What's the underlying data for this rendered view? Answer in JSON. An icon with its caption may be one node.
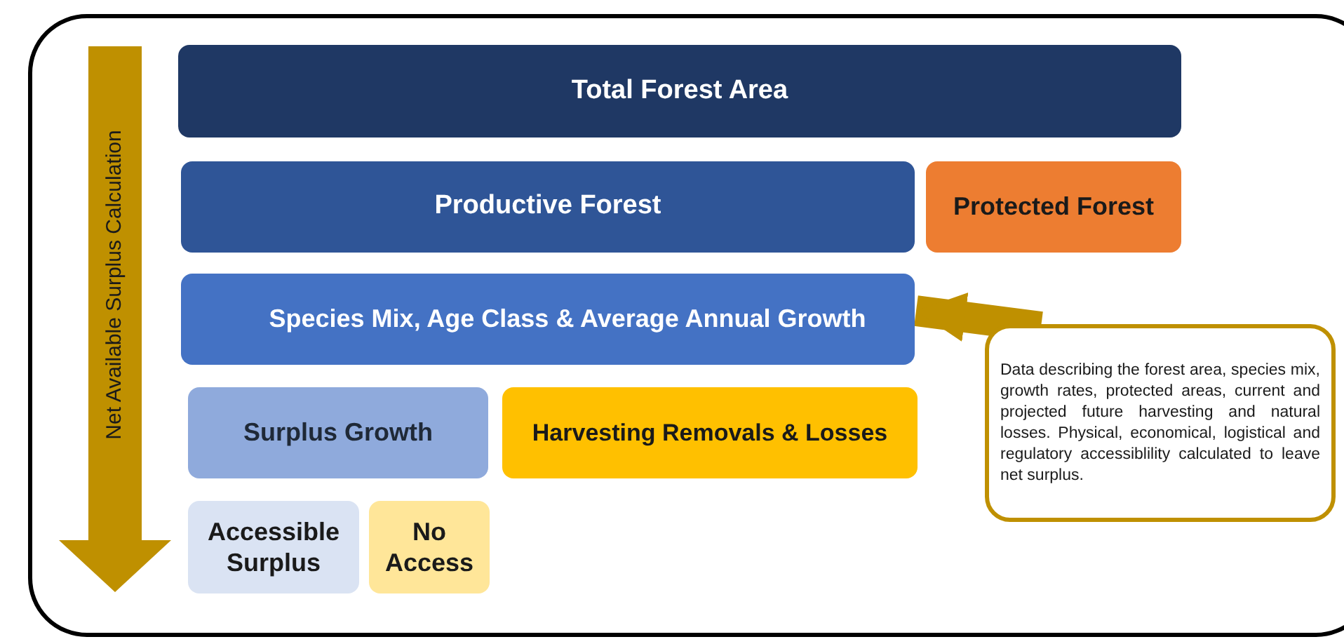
{
  "diagram": {
    "nodes": [
      {
        "text": [
          "Net Available Surplus Calculation"
        ]
      },
      {
        "text": [
          "Total Forest Area"
        ]
      },
      {
        "text": [
          "Productive Forest"
        ]
      },
      {
        "text": [
          "Protected Forest"
        ]
      },
      {
        "text": [
          "Species Mix, Age Class & Average Annual Growth"
        ]
      },
      {
        "text": [
          "Surplus Growth"
        ]
      },
      {
        "text": [
          "Harvesting Removals & Losses"
        ]
      },
      {
        "text": [
          "Accessible Surplus"
        ]
      },
      {
        "text": [
          "No Access"
        ]
      },
      {
        "text": [
          "Data describing the forest area, species mix, growth rates, protected areas, current and projected future harvesting and natural losses. Physical, economical, logistical and regulatory accessiblility calculated to leave net surplus."
        ]
      }
    ],
    "edges": [
      {
        "from": 9,
        "to": 4,
        "arrow": "to"
      }
    ]
  }
}
